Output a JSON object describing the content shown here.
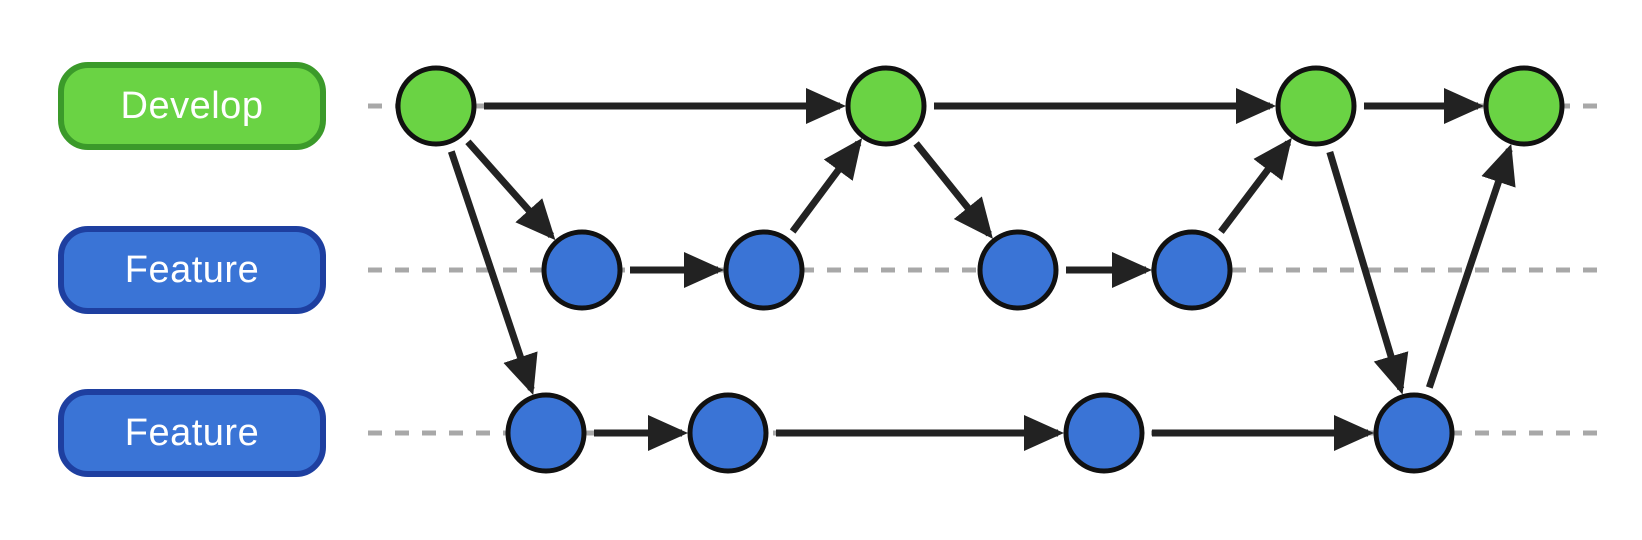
{
  "branches": [
    {
      "label": "Develop",
      "kind": "develop"
    },
    {
      "label": "Feature",
      "kind": "feature"
    },
    {
      "label": "Feature",
      "kind": "feature"
    }
  ],
  "colors": {
    "develop_fill": "#6ad344",
    "develop_border": "#3b9a2a",
    "feature_fill": "#3a74d6",
    "feature_border": "#1e3fa0",
    "arrow": "#222222",
    "lane_line": "#a8a8a8"
  },
  "commits": [
    {
      "id": "d1",
      "lane": 0
    },
    {
      "id": "d2",
      "lane": 0
    },
    {
      "id": "d3",
      "lane": 0
    },
    {
      "id": "d4",
      "lane": 0
    },
    {
      "id": "a1",
      "lane": 1
    },
    {
      "id": "a2",
      "lane": 1
    },
    {
      "id": "a3",
      "lane": 1
    },
    {
      "id": "a4",
      "lane": 1
    },
    {
      "id": "b1",
      "lane": 2
    },
    {
      "id": "b2",
      "lane": 2
    },
    {
      "id": "b3",
      "lane": 2
    },
    {
      "id": "b4",
      "lane": 2
    }
  ],
  "edges": [
    [
      "d1",
      "d2"
    ],
    [
      "d2",
      "d3"
    ],
    [
      "d3",
      "d4"
    ],
    [
      "d1",
      "a1"
    ],
    [
      "a1",
      "a2"
    ],
    [
      "a2",
      "d2"
    ],
    [
      "d2",
      "a3"
    ],
    [
      "a3",
      "a4"
    ],
    [
      "a4",
      "d3"
    ],
    [
      "d1",
      "b1"
    ],
    [
      "b1",
      "b2"
    ],
    [
      "b2",
      "b3"
    ],
    [
      "b3",
      "b4"
    ],
    [
      "d3",
      "b4"
    ],
    [
      "b4",
      "d4"
    ]
  ]
}
